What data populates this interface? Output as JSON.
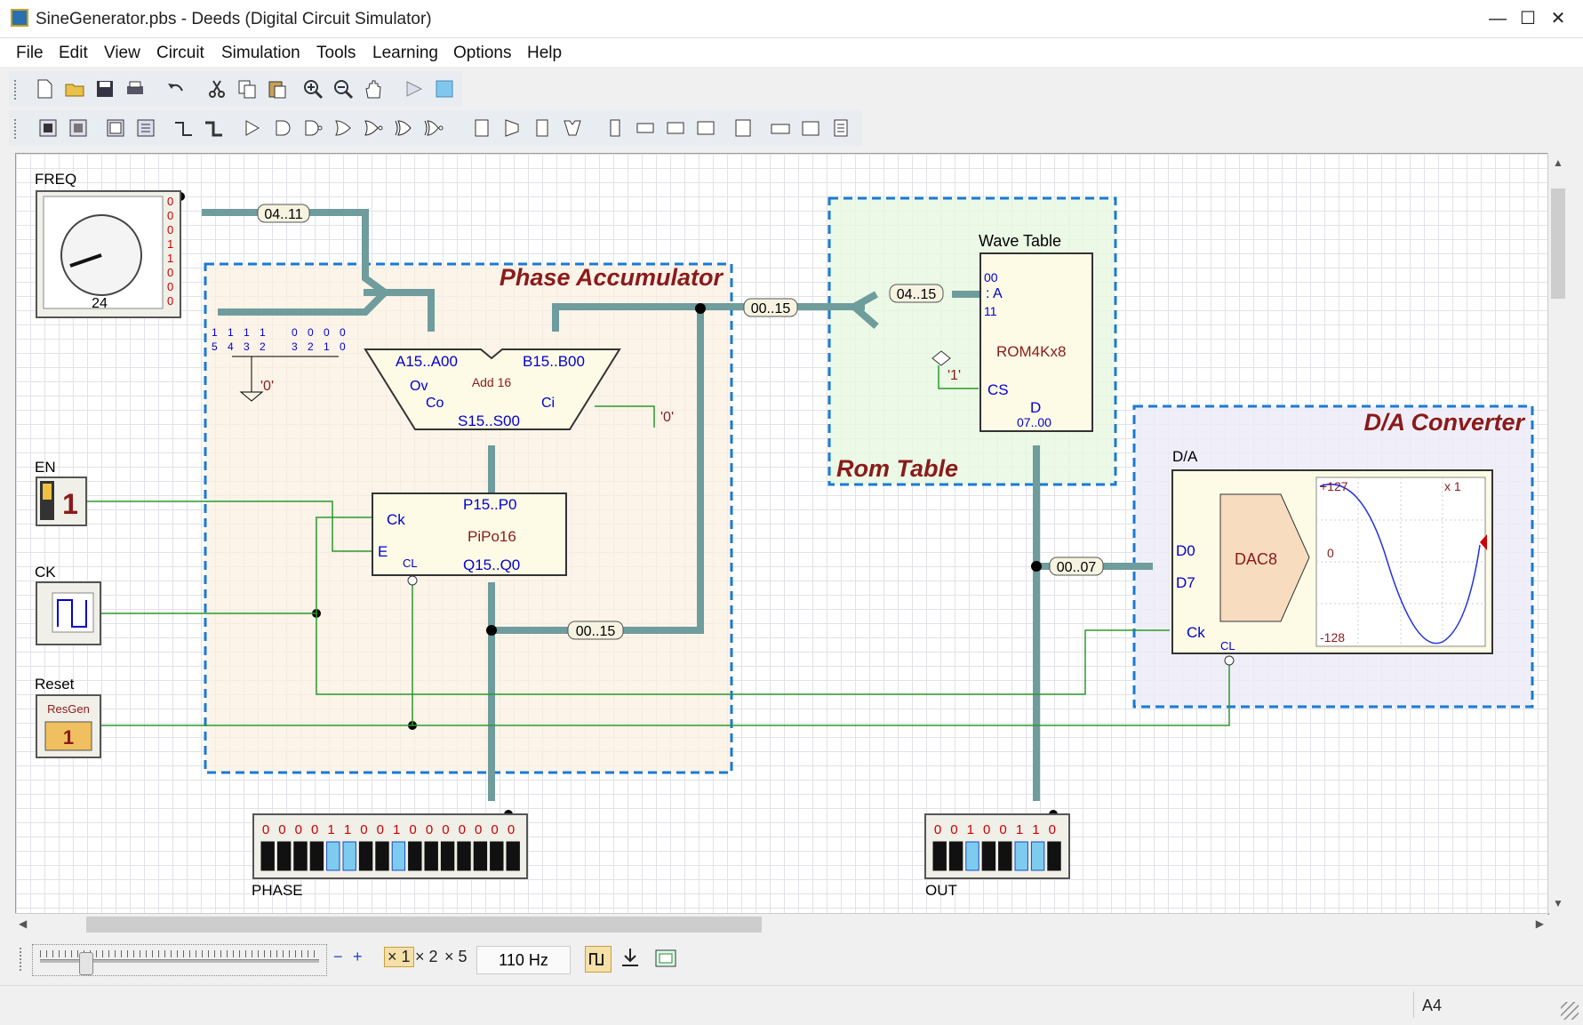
{
  "window": {
    "title": "SineGenerator.pbs - Deeds (Digital Circuit Simulator)"
  },
  "menu": [
    "File",
    "Edit",
    "View",
    "Circuit",
    "Simulation",
    "Tools",
    "Learning",
    "Options",
    "Help"
  ],
  "circuit": {
    "freq": {
      "label": "FREQ",
      "value": "24",
      "bits": [
        "0",
        "0",
        "0",
        "1",
        "1",
        "0",
        "0",
        "0"
      ]
    },
    "en": {
      "label": "EN",
      "value": "1"
    },
    "ck": {
      "label": "CK"
    },
    "reset": {
      "label": "Reset",
      "chip": "ResGen",
      "value": "1"
    },
    "phase_acc": {
      "title": "Phase Accumulator"
    },
    "rom_table": {
      "title": "Rom Table",
      "chip_title": "Wave Table",
      "chip_name": "ROM4Kx8",
      "a_hi": "00",
      "a_mid": ": A",
      "a_lo": "11",
      "cs": "CS",
      "d": "D",
      "d_range": "07..00",
      "cs_const": "'1'"
    },
    "dac": {
      "title": "D/A Converter",
      "label": "D/A",
      "chip": "DAC8",
      "d0": "D0",
      "d7": "D7",
      "ck": "Ck",
      "cl": "CL",
      "ymax": "+127",
      "ymin": "-128",
      "zero": "0",
      "zoom": "x 1"
    },
    "adder": {
      "a": "A15..A00",
      "b": "B15..B00",
      "name": "Add 16",
      "ov": "Ov",
      "co": "Co",
      "ci": "Ci",
      "s": "S15..S00",
      "ci_const": "'0'",
      "gnd_const": "'0'"
    },
    "pipo": {
      "name": "PiPo16",
      "p": "P15..P0",
      "q": "Q15..Q0",
      "ck": "Ck",
      "e": "E",
      "cl": "CL"
    },
    "bus_labels": {
      "freq_bus": "04..11",
      "rom_in": "00..15",
      "rom_addr": "04..15",
      "feedback": "00..15",
      "dac_bus": "00..07"
    },
    "freq_pin_labels": [
      "1\n5",
      "1\n4",
      "1\n3",
      "1\n2",
      "0\n3",
      "0\n2",
      "0\n1",
      "0\n0"
    ],
    "phase_display": {
      "label": "PHASE",
      "bits": [
        "0",
        "0",
        "0",
        "0",
        "1",
        "1",
        "0",
        "0",
        "1",
        "0",
        "0",
        "0",
        "0",
        "0",
        "0",
        "0"
      ],
      "on": [
        4,
        5,
        8
      ]
    },
    "out_display": {
      "label": "OUT",
      "bits": [
        "0",
        "0",
        "1",
        "0",
        "0",
        "1",
        "1",
        "0"
      ],
      "on": [
        2,
        5,
        6
      ]
    }
  },
  "bottom": {
    "minus": "−",
    "plus": "+",
    "x1": "× 1",
    "x2": "× 2",
    "x5": "× 5",
    "freq": "110 Hz"
  },
  "status": {
    "page": "A4"
  }
}
